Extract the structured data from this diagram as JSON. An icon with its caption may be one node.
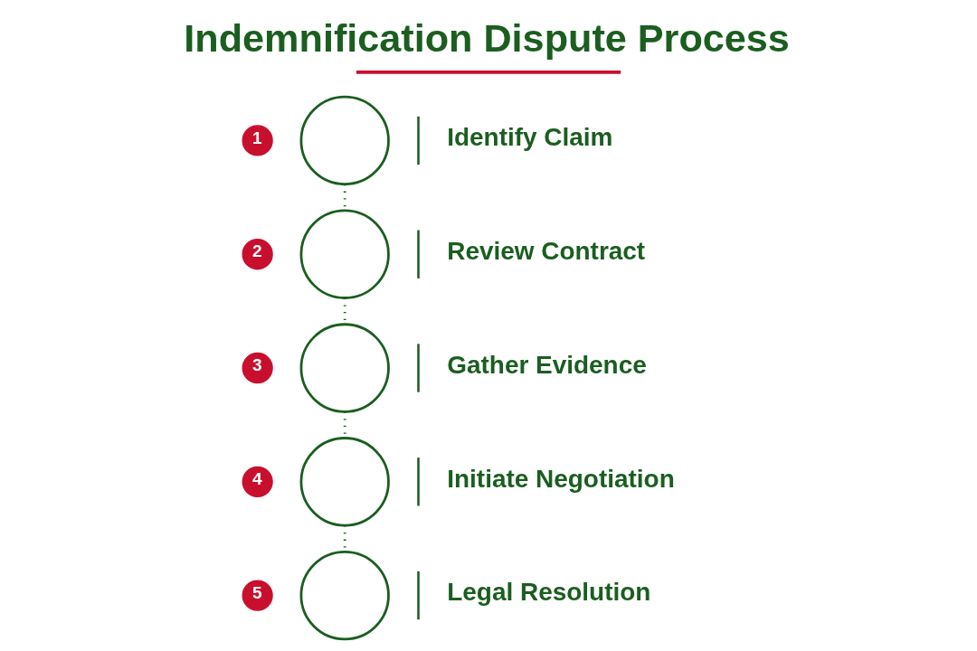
{
  "diagram": {
    "title": "Indemnification Dispute Process",
    "nodes": [
      {
        "text": [
          "1"
        ]
      },
      {
        "text": [],
        "shape": "circle",
        "beside": [
          "Identify Claim"
        ]
      },
      {
        "text": [
          "2"
        ]
      },
      {
        "text": [],
        "shape": "circle",
        "beside": [
          "Review Contract"
        ]
      },
      {
        "text": [
          "3"
        ]
      },
      {
        "text": [],
        "shape": "circle",
        "beside": [
          "Gather Evidence"
        ]
      },
      {
        "text": [
          "4"
        ]
      },
      {
        "text": [],
        "shape": "circle",
        "beside": [
          "Initiate Negotiation"
        ]
      },
      {
        "text": [
          "5"
        ]
      },
      {
        "text": [],
        "shape": "circle",
        "beside": [
          "Legal Resolution"
        ]
      }
    ],
    "edges": [
      {
        "from": 1,
        "to": 3,
        "arrow": "none",
        "style": "dashed"
      },
      {
        "from": 3,
        "to": 5,
        "arrow": "none",
        "style": "dashed"
      },
      {
        "from": 5,
        "to": 7,
        "arrow": "none",
        "style": "dashed"
      },
      {
        "from": 7,
        "to": 9,
        "arrow": "none",
        "style": "dashed"
      }
    ]
  }
}
